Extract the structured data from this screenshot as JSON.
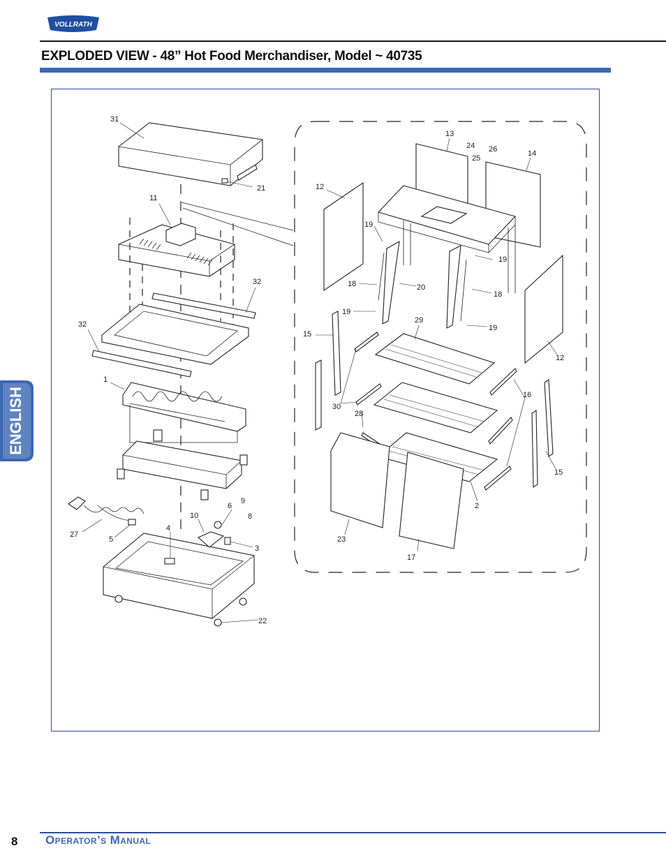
{
  "brand": {
    "logo_text": "VOLLRATH",
    "logo_icon": "vollrath-logo"
  },
  "page_title": "EXPLODED VIEW - 48” Hot Food Merchandiser, Model ~ 40735",
  "language_tab": "ENGLISH",
  "footer": {
    "page_number": "8",
    "manual_title": "Operator’s Manual"
  },
  "colors": {
    "accent": "#3d68b4",
    "frame_border": "#2b4c9a",
    "tab_bg": "#3d68b4"
  },
  "diagram": {
    "callouts": [
      "31",
      "21",
      "11",
      "32",
      "32",
      "1",
      "27",
      "5",
      "4",
      "10",
      "6",
      "9",
      "8",
      "3",
      "22",
      "13",
      "24",
      "26",
      "25",
      "14",
      "12",
      "19",
      "19",
      "18",
      "20",
      "18",
      "19",
      "19",
      "29",
      "15",
      "30",
      "28",
      "12",
      "16",
      "15",
      "23",
      "17",
      "2"
    ]
  }
}
